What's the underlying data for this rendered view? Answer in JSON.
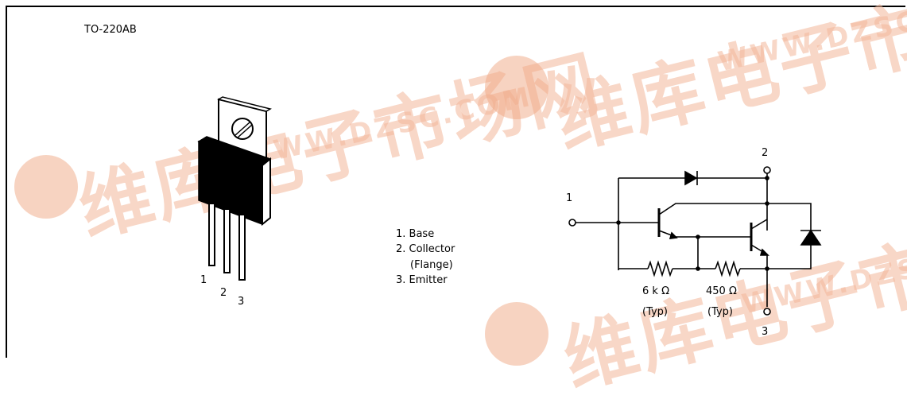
{
  "package_label": "TO-220AB",
  "package_pins": [
    "1",
    "2",
    "3"
  ],
  "pin_list": [
    "1. Base",
    "2. Collector",
    "(Flange)",
    "3. Emitter"
  ],
  "schematic": {
    "node_base": "1",
    "node_collector": "2",
    "node_emitter": "3",
    "r1_value": "6 k Ω",
    "r1_note": "(Typ)",
    "r2_value": "450 Ω",
    "r2_note": "(Typ)"
  },
  "watermark": {
    "chinese": "维库电子市场网",
    "url": "WWW.DZSC.COM",
    "color": "#f3b79b"
  }
}
